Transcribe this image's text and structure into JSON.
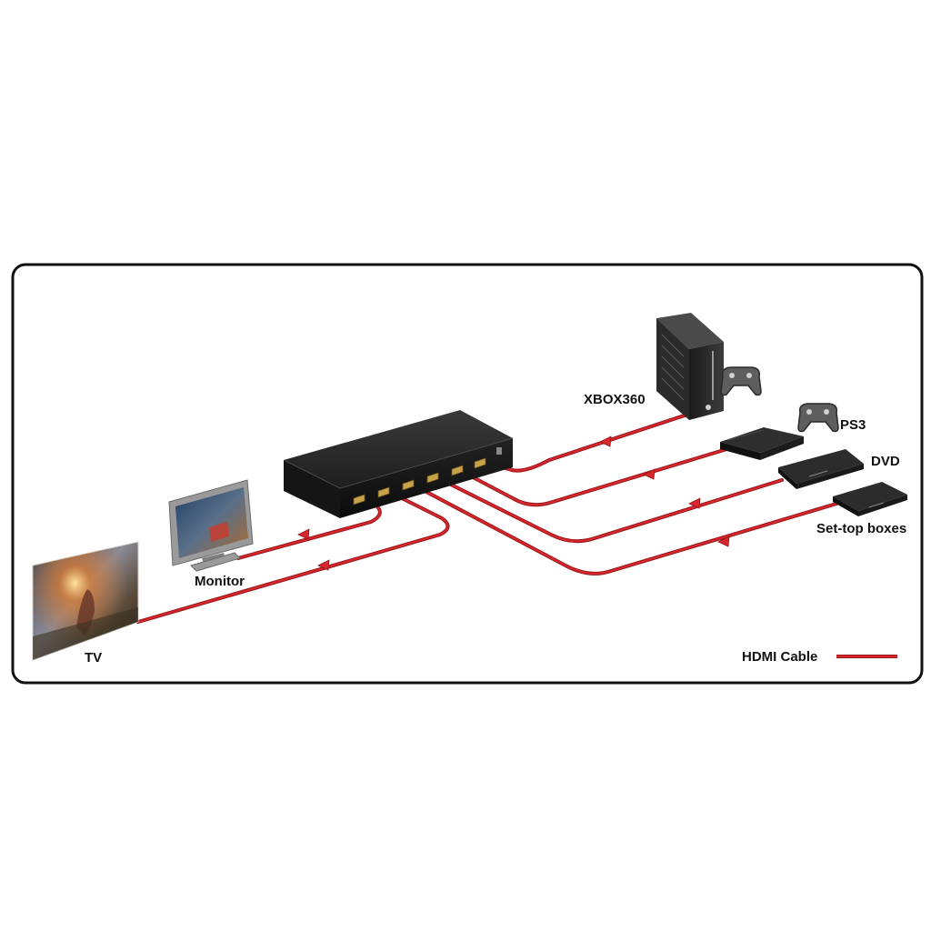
{
  "labels": {
    "xbox": "XBOX360",
    "ps3": "PS3",
    "dvd": "DVD",
    "settop": "Set-top boxes",
    "monitor": "Monitor",
    "tv": "TV"
  },
  "legend": {
    "label": "HDMI Cable"
  },
  "colors": {
    "cable": "#d9262c",
    "cable_dark": "#8e1316",
    "frame": "#111111",
    "device_dark": "#1c1c1c",
    "connector_gold": "#c8a14b"
  },
  "icons": {
    "switcher": "hdmi-matrix-box-icon",
    "xbox": "xbox360-console-icon",
    "ps3": "ps3-console-icon",
    "dvd": "dvd-player-icon",
    "settop": "set-top-box-icon",
    "monitor": "monitor-icon",
    "tv": "tv-icon",
    "gamepad": "gamepad-icon"
  }
}
